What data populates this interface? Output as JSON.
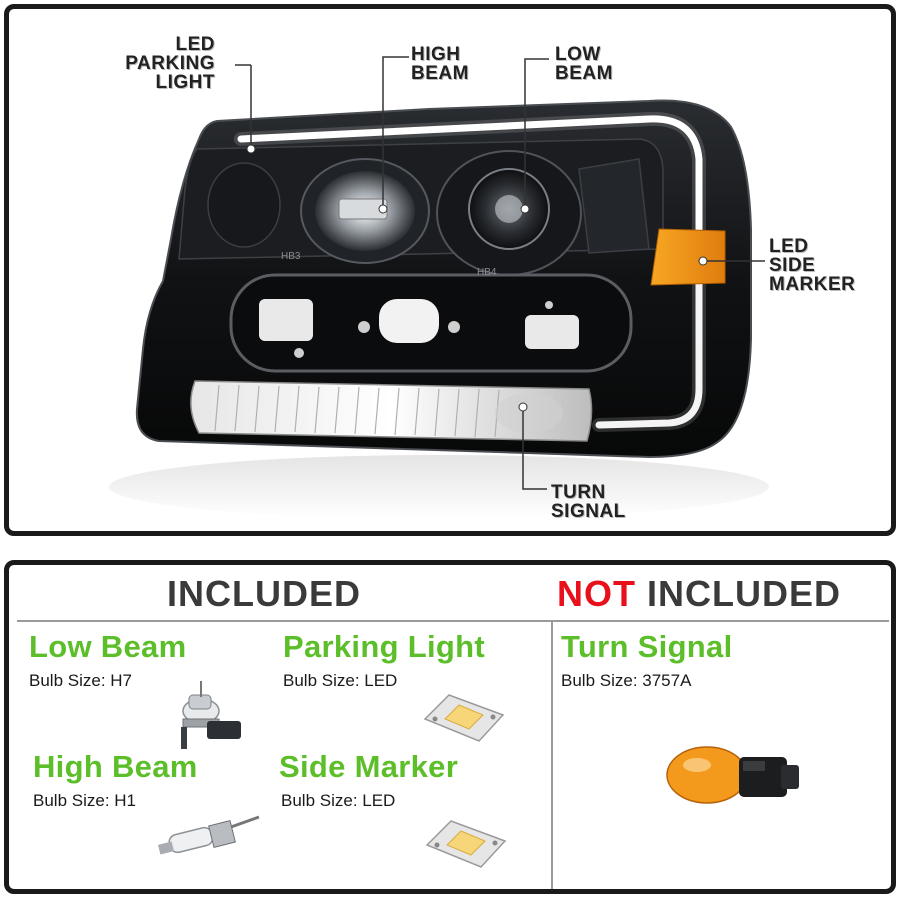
{
  "callouts": {
    "led_parking_light": [
      "LED",
      "PARKING",
      "LIGHT"
    ],
    "high_beam": [
      "HIGH",
      "BEAM"
    ],
    "low_beam": [
      "LOW",
      "BEAM"
    ],
    "led_side_marker": [
      "LED",
      "SIDE",
      "MARKER"
    ],
    "turn_signal": [
      "TURN",
      "SIGNAL"
    ]
  },
  "headlight_labels": {
    "h1": "HB3",
    "h2": "HB4"
  },
  "included_header": "INCLUDED",
  "not_included_header": {
    "not": "NOT",
    "included": "INCLUDED"
  },
  "included_items": [
    {
      "title": "Low Beam",
      "bulb": "Bulb Size: H7",
      "icon": "h7-halogen-bulb-icon"
    },
    {
      "title": "Parking Light",
      "bulb": "Bulb Size: LED",
      "icon": "led-chip-icon"
    },
    {
      "title": "High Beam",
      "bulb": "Bulb Size: H1",
      "icon": "h1-halogen-bulb-icon"
    },
    {
      "title": "Side Marker",
      "bulb": "Bulb Size: LED",
      "icon": "led-chip-icon"
    }
  ],
  "not_included_items": [
    {
      "title": "Turn Signal",
      "bulb": "Bulb Size: 3757A",
      "icon": "amber-bulb-icon"
    }
  ],
  "colors": {
    "green": "#5cbf2a",
    "red": "#e8101b",
    "border": "#1a1a1a",
    "amber": "#f39a1c"
  }
}
